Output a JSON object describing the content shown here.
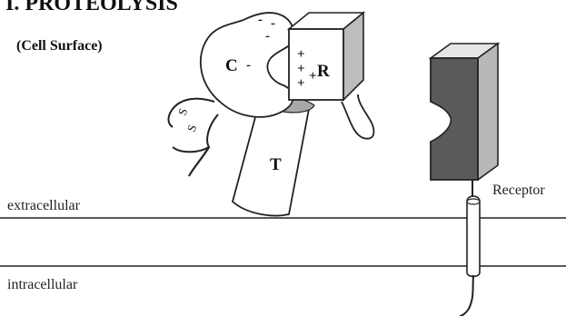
{
  "title": "I. PROTEOLYSIS",
  "subtitle": "(Cell Surface)",
  "labels": {
    "extracellular": "extracellular",
    "intracellular": "intracellular",
    "receptor": "Receptor"
  },
  "domains": {
    "C": "C",
    "R": "R",
    "T": "T"
  },
  "charges": {
    "negative": "-",
    "positive": "+"
  },
  "disulfide": {
    "s1": "S",
    "s2": "S"
  },
  "colors": {
    "line": "#222222",
    "receptor_fill": "#5a5a5a",
    "receptor_side": "#b8b8b8",
    "r_side": "#bdbdbd",
    "t_top": "#a8a8a8"
  }
}
